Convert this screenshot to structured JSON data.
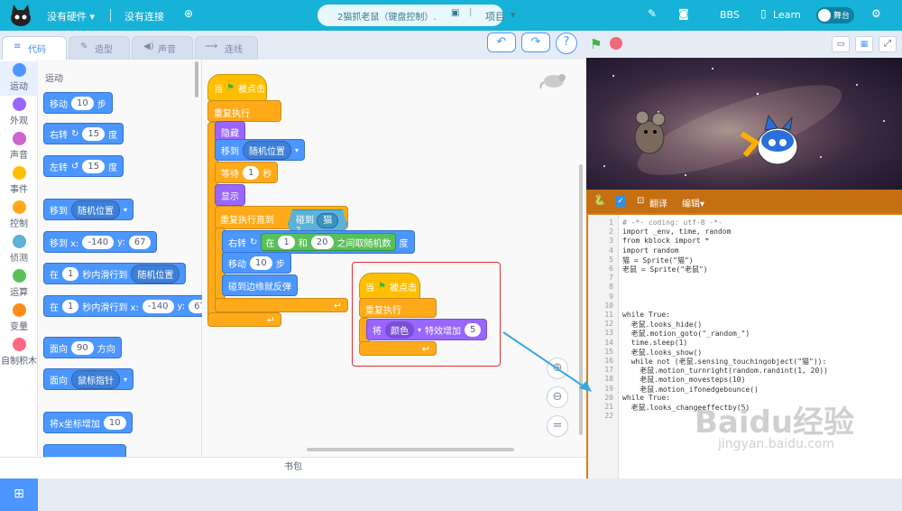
{
  "topbar": {
    "hardware": "没有硬件",
    "connection": "没有连接",
    "project_name": "2猫抓老鼠（键盘控制）.",
    "project_menu": "项目",
    "bbs": "BBS",
    "learn": "Learn",
    "stage_toggle": "舞台"
  },
  "tabs": [
    {
      "label": "代码"
    },
    {
      "label": "造型"
    },
    {
      "label": "声音"
    },
    {
      "label": "连线"
    }
  ],
  "categories": [
    {
      "label": "运动",
      "color": "#4c97ff"
    },
    {
      "label": "外观",
      "color": "#9966ff"
    },
    {
      "label": "声音",
      "color": "#cf63cf"
    },
    {
      "label": "事件",
      "color": "#ffbf00"
    },
    {
      "label": "控制",
      "color": "#ffab19"
    },
    {
      "label": "侦测",
      "color": "#5cb1d6"
    },
    {
      "label": "运算",
      "color": "#59c059"
    },
    {
      "label": "变量",
      "color": "#ff8c1a"
    },
    {
      "label": "自制积木",
      "color": "#ff6680"
    }
  ],
  "palette": {
    "title": "运动",
    "move": "移动",
    "move_val": "10",
    "steps": "步",
    "turn_right": "右转",
    "turn_right_val": "15",
    "deg": "度",
    "turn_left": "左转",
    "turn_left_val": "15",
    "goto": "移到",
    "goto_opt": "随机位置",
    "goto_xy": "移到 x:",
    "x_val": "-140",
    "y_label": "y:",
    "y_val": "67",
    "in": "在",
    "one": "1",
    "glide_to": "秒内滑行到",
    "glide_opt": "随机位置",
    "glide_xy": "秒内滑行到 x:",
    "glide_x": "-140",
    "glide_y": "67",
    "face": "面向",
    "face_val": "90",
    "direction": "方向",
    "face_opt": "鼠标指针",
    "change_x": "将x坐标增加",
    "change_x_val": "10"
  },
  "script1": {
    "when_flag": "当",
    "clicked": "被点击",
    "forever": "重复执行",
    "hide": "隐藏",
    "goto": "移到",
    "goto_opt": "随机位置",
    "wait": "等待",
    "wait_val": "1",
    "sec": "秒",
    "show": "显示",
    "repeat_until": "重复执行直到",
    "touching": "碰到",
    "touching_opt": "猫",
    "turn_right": "右转",
    "between": "在",
    "rand_a": "1",
    "and": "和",
    "rand_b": "20",
    "rand_txt": "之间取随机数",
    "deg": "度",
    "move": "移动",
    "move_val": "10",
    "steps": "步",
    "bounce": "碰到边缘就反弹"
  },
  "script2": {
    "when_flag": "当",
    "clicked": "被点击",
    "forever": "重复执行",
    "change": "将",
    "effect_opt": "颜色",
    "effect_txt": "特效增加",
    "effect_val": "5"
  },
  "bag": "书包",
  "code_panel": {
    "translate": "翻译",
    "edit": "编辑"
  },
  "code_lines": [
    "# -*- coding: utf-8 -*-",
    "import _env, time, random",
    "from kblock import *",
    "import random",
    "猫 = Sprite(\"猫\")",
    "老鼠 = Sprite(\"老鼠\")",
    "",
    "",
    "",
    "",
    "while True:",
    "  老鼠.looks_hide()",
    "  老鼠.motion_goto(\"_random_\")",
    "  time.sleep(1)",
    "  老鼠.looks_show()",
    "  while not (老鼠.sensing_touchingobject(\"猫\")):",
    "    老鼠.motion_turnright(random.randint(1, 20))",
    "    老鼠.motion_movesteps(10)",
    "    老鼠.motion_ifonedgebounce()",
    "while True:",
    "  老鼠.looks_changeeffectby(5)",
    ""
  ],
  "line_numbers": [
    "1",
    "2",
    "3",
    "4",
    "5",
    "6",
    "7",
    "8",
    "9",
    "10",
    "11",
    "12",
    "13",
    "14",
    "15",
    "16",
    "17",
    "18",
    "19",
    "20",
    "21",
    "22"
  ],
  "watermark": {
    "main": "Baidu经验",
    "sub": "jingyan.baidu.com"
  }
}
